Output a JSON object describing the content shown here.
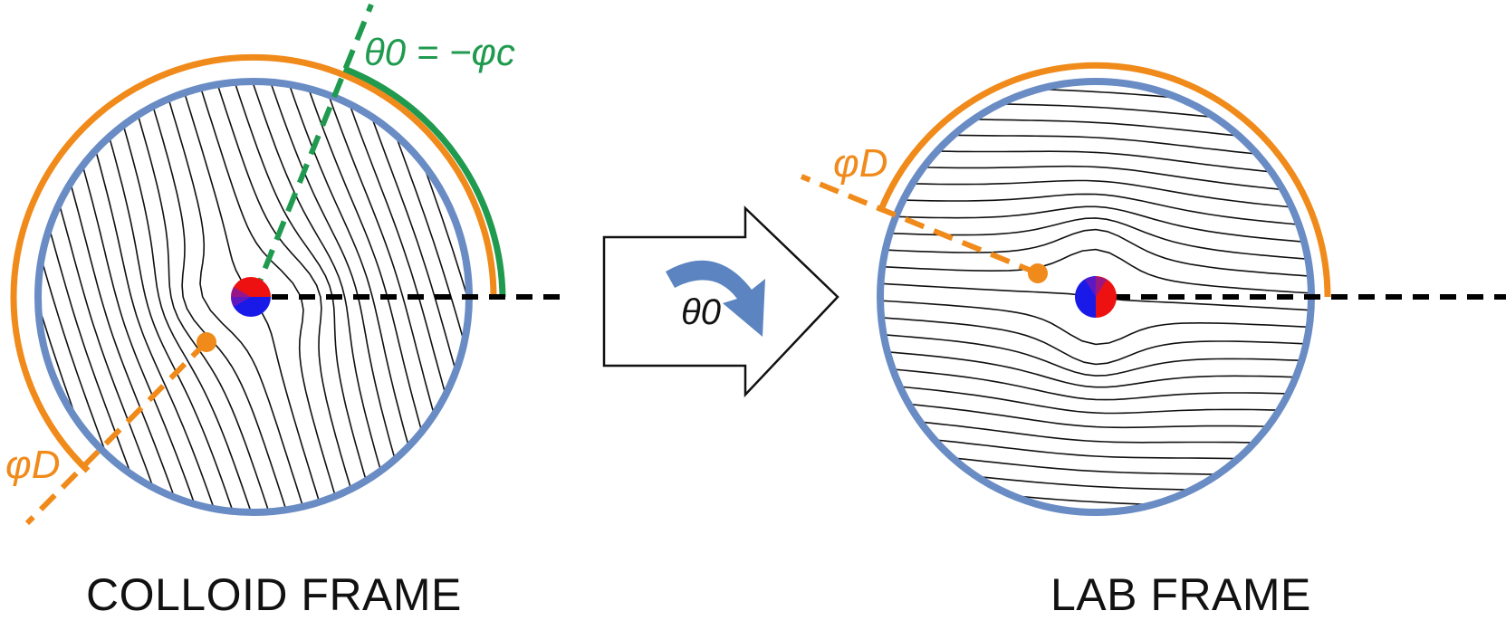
{
  "colloid_frame": {
    "caption": "COLLOID FRAME",
    "label_theta": "θ0 = −φc",
    "label_phi_d": "φD"
  },
  "lab_frame": {
    "caption": "LAB FRAME",
    "label_phi_d": "φD"
  },
  "transform_arrow": {
    "rotation_label": "θ0"
  },
  "colors": {
    "boundary": "#6a8cc4",
    "arc_orange": "#f08a1a",
    "arc_green": "#1f9a4f",
    "axis_line": "#000000",
    "field_lines": "#111111",
    "colloid_red": "#ee1111",
    "colloid_blue": "#1a1ae8",
    "rotate_arrow": "#5b84c0",
    "defect_point": "#f08a1a"
  }
}
